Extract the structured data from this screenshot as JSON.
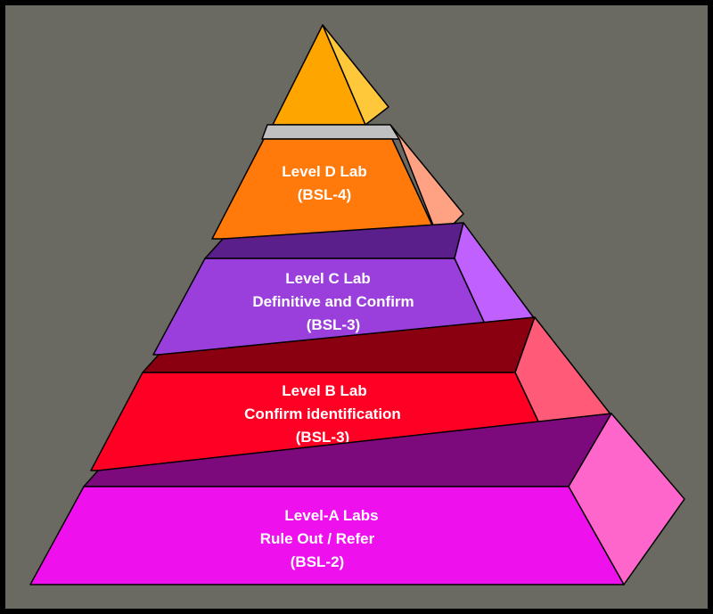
{
  "colors": {
    "frame": "#000000",
    "background": "#6a6a62",
    "apex_front": "#ffa500",
    "apex_side": "#ffc83a",
    "level_d_front": "#ff7a0a",
    "level_d_side": "#ffa283",
    "level_d_top": "#c0c0c0",
    "level_c_front": "#9b3fdc",
    "level_c_side": "#c060ff",
    "level_c_top": "#5a1f8a",
    "level_b_front": "#ff0025",
    "level_b_side": "#ff5a78",
    "level_b_top": "#8a0010",
    "level_a_front": "#ee11ee",
    "level_a_side": "#ff66cc",
    "level_a_top": "#7c0a7c",
    "label_text": "#ffffff"
  },
  "pyramid": {
    "levels": [
      {
        "id": "level-d",
        "lines": [
          "Level D Lab",
          "(BSL-4)"
        ]
      },
      {
        "id": "level-c",
        "lines": [
          "Level C Lab",
          "Definitive and Confirm",
          "(BSL-3)"
        ]
      },
      {
        "id": "level-b",
        "lines": [
          "Level B Lab",
          "Confirm identification",
          "(BSL-3)"
        ]
      },
      {
        "id": "level-a",
        "lines": [
          "Level-A Labs",
          "Rule Out / Refer",
          "(BSL-2)"
        ]
      }
    ]
  }
}
